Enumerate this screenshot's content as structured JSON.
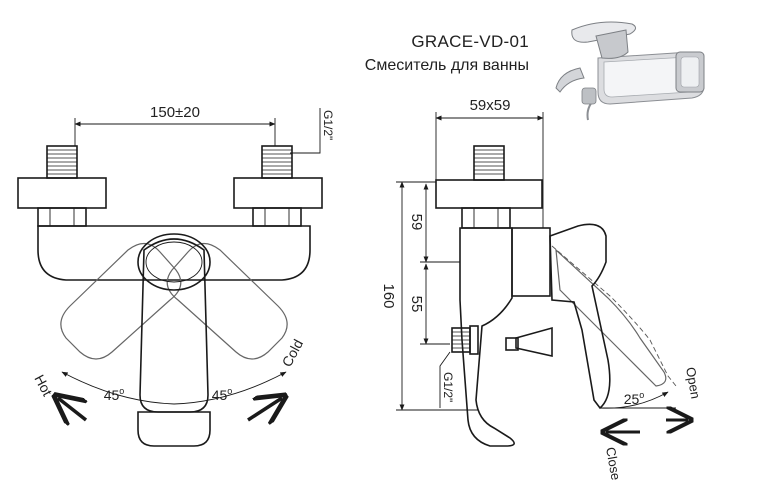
{
  "header": {
    "model": "GRACE-VD-01",
    "subtitle": "Смеситель для ванны"
  },
  "front_view": {
    "dim_spacing": "150±20",
    "thread": "G1/2\"",
    "angle_left": "45",
    "angle_right": "45",
    "degree_symbol": "o",
    "label_hot": "Hot",
    "label_cold": "Cold"
  },
  "side_view": {
    "dim_width": "59x59",
    "dim_total_height": "160",
    "dim_upper": "59",
    "dim_lower": "55",
    "thread": "G1/2\"",
    "angle": "25",
    "degree_symbol": "o",
    "label_open": "Open",
    "label_close": "Close"
  },
  "colors": {
    "line": "#1a1a1a",
    "text": "#222222",
    "background": "#ffffff"
  }
}
